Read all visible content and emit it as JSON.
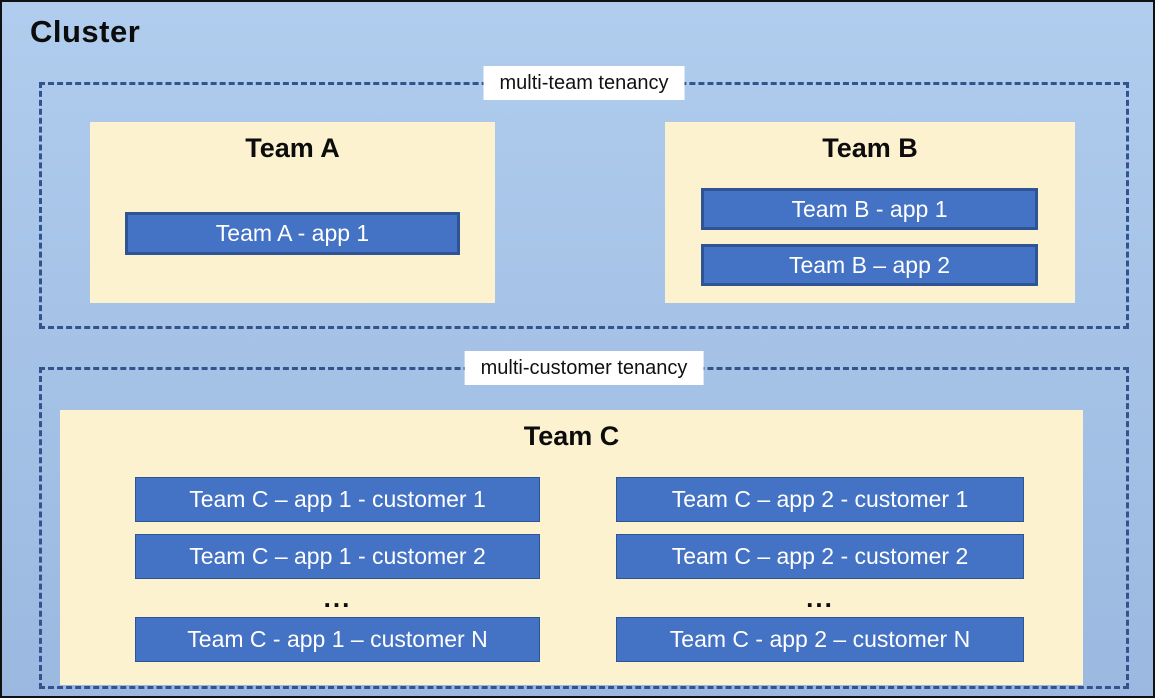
{
  "diagram": {
    "title": "Cluster",
    "colors": {
      "background_top": "#B0CDEE",
      "background_bottom": "#9BB9E0",
      "team_box_fill": "#FCF2D0",
      "app_box_fill": "#4472C4",
      "app_box_border": "#2F5496",
      "dashed_border": "#32538D",
      "section_label_background": "#FFFFFF",
      "app_text": "#FFFFFF",
      "title_text": "#0C0C0C"
    },
    "sections": [
      {
        "label": "multi-team tenancy",
        "teams": [
          {
            "name": "Team A",
            "apps": [
              "Team A - app 1"
            ]
          },
          {
            "name": "Team B",
            "apps": [
              "Team B - app 1",
              "Team B – app 2"
            ]
          }
        ]
      },
      {
        "label": "multi-customer tenancy",
        "teams": [
          {
            "name": "Team C",
            "columns": [
              {
                "rows": [
                  "Team C – app 1 - customer 1",
                  "Team C – app 1 - customer 2"
                ],
                "ellipsis": "...",
                "last_row": "Team C - app 1 – customer N"
              },
              {
                "rows": [
                  "Team C – app 2 - customer 1",
                  "Team C – app 2 - customer 2"
                ],
                "ellipsis": "...",
                "last_row": "Team C - app 2 – customer N"
              }
            ]
          }
        ]
      }
    ]
  }
}
